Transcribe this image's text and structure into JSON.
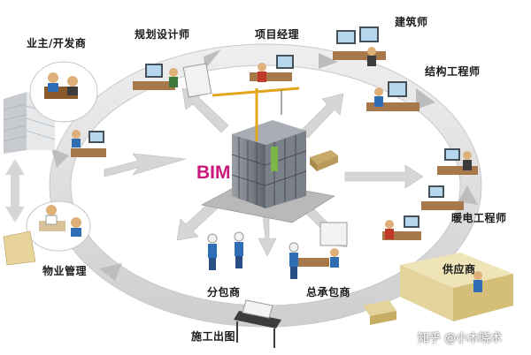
{
  "center": {
    "label": "BIM"
  },
  "roles": {
    "owner": "业主/开发商",
    "planner": "规划设计师",
    "pm": "项目经理",
    "architect": "建筑师",
    "structural": "结构工程师",
    "mep": "暖电工程师",
    "supplier": "供应商",
    "general": "总承包商",
    "sub": "分包商",
    "printing": "施工出图",
    "facility": "物业管理"
  },
  "watermark": "知乎 @小木晓术",
  "colors": {
    "ring": "#d9d9d9",
    "ring_edge": "#bdbdbd",
    "bim": "#c9177a",
    "accent_green": "#7ab648"
  }
}
